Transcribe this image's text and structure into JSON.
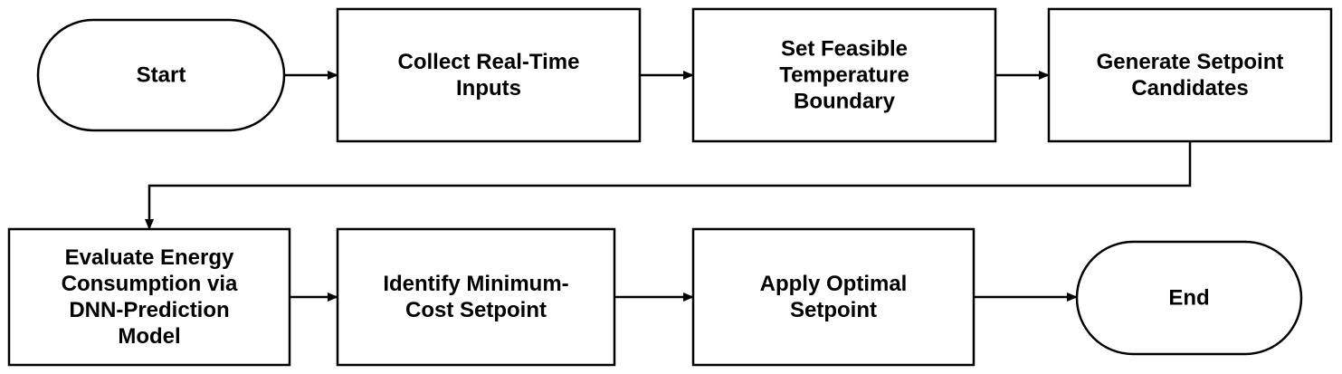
{
  "flowchart": {
    "nodes": [
      {
        "id": "start",
        "shape": "terminal",
        "lines": [
          "Start"
        ]
      },
      {
        "id": "collect",
        "shape": "process",
        "lines": [
          "Collect Real-Time",
          "Inputs"
        ]
      },
      {
        "id": "boundary",
        "shape": "process",
        "lines": [
          "Set Feasible",
          "Temperature",
          "Boundary"
        ]
      },
      {
        "id": "generate",
        "shape": "process",
        "lines": [
          "Generate Setpoint",
          "Candidates"
        ]
      },
      {
        "id": "evaluate",
        "shape": "process",
        "lines": [
          "Evaluate Energy",
          "Consumption via",
          "DNN-Prediction",
          "Model"
        ]
      },
      {
        "id": "identify",
        "shape": "process",
        "lines": [
          "Identify Minimum-",
          "Cost Setpoint"
        ]
      },
      {
        "id": "apply",
        "shape": "process",
        "lines": [
          "Apply Optimal",
          "Setpoint"
        ]
      },
      {
        "id": "end",
        "shape": "terminal",
        "lines": [
          "End"
        ]
      }
    ],
    "edges": [
      {
        "from": "start",
        "to": "collect"
      },
      {
        "from": "collect",
        "to": "boundary"
      },
      {
        "from": "boundary",
        "to": "generate"
      },
      {
        "from": "generate",
        "to": "evaluate"
      },
      {
        "from": "evaluate",
        "to": "identify"
      },
      {
        "from": "identify",
        "to": "apply"
      },
      {
        "from": "apply",
        "to": "end"
      }
    ]
  }
}
